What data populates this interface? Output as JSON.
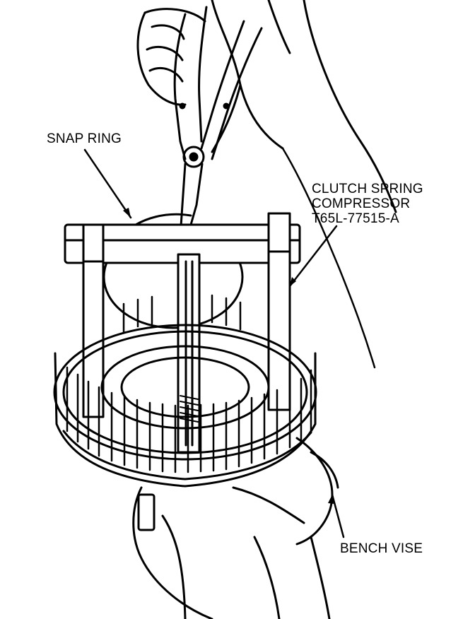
{
  "labels": {
    "snap_ring": "SNAP RING",
    "compressor_line1": "CLUTCH SPRING",
    "compressor_line2": "COMPRESSOR",
    "compressor_line3": "T65L-77515-A",
    "bench_vise": "BENCH VISE"
  },
  "colors": {
    "ink": "#000000",
    "paper": "#ffffff"
  }
}
